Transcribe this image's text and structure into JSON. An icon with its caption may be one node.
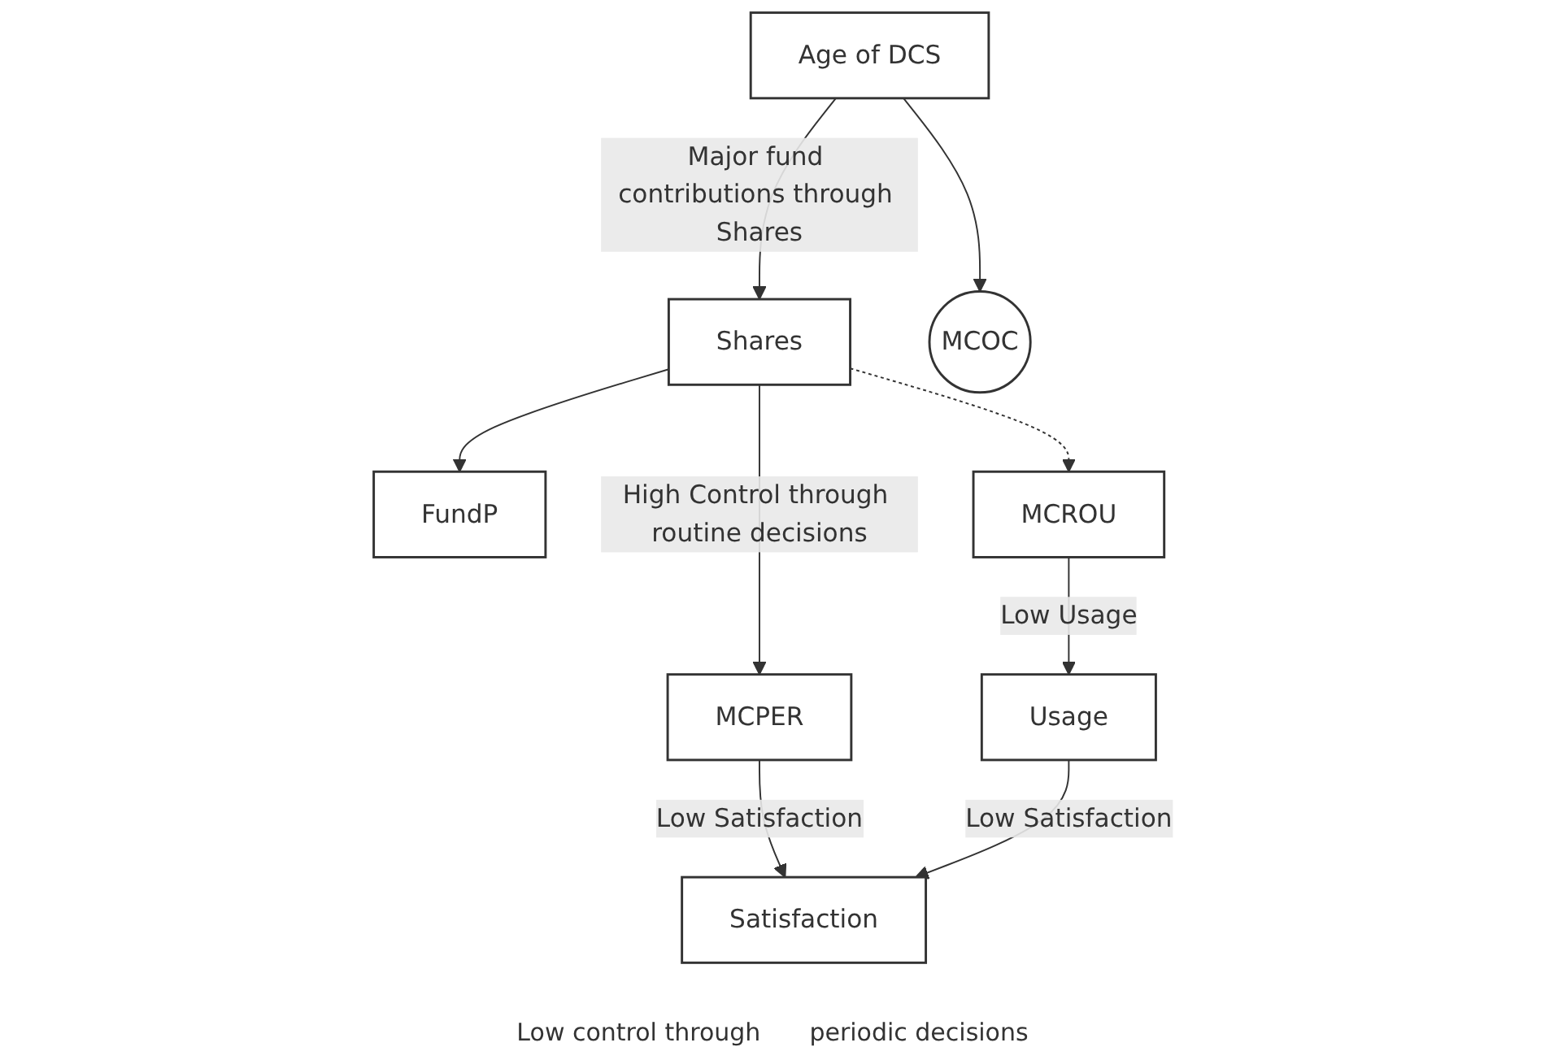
{
  "diagram": {
    "nodes": [
      {
        "text": [
          "Age of DCS"
        ]
      },
      {
        "text": [
          "FundP"
        ]
      },
      {
        "text": [
          "Shares"
        ]
      },
      {
        "text": [
          "MCROU"
        ]
      },
      {
        "text": [
          "MCPER"
        ]
      },
      {
        "text": [
          "MCOC"
        ]
      },
      {
        "text": [
          "Usage"
        ]
      },
      {
        "text": [
          "Satisfaction"
        ]
      }
    ],
    "edges": [
      {
        "from": 0,
        "to": 2,
        "arrow": "to",
        "label": "Major fund contributions through Shares"
      },
      {
        "from": 0,
        "to": 5,
        "arrow": "to"
      },
      {
        "from": 2,
        "to": 1,
        "arrow": "to"
      },
      {
        "from": 2,
        "to": 3,
        "arrow": "to",
        "style": "dashed"
      },
      {
        "from": 2,
        "to": 4,
        "arrow": "to",
        "label": "High Control through routine decisions"
      },
      {
        "from": 3,
        "to": 6,
        "arrow": "to",
        "label": "Low Usage"
      },
      {
        "from": 4,
        "to": 7,
        "arrow": "to",
        "label": "Low Satisfaction"
      },
      {
        "from": 6,
        "to": 7,
        "arrow": "to",
        "label": "Low Satisfaction"
      }
    ],
    "labels": [
      "Low control through",
      "periodic decisions"
    ]
  }
}
